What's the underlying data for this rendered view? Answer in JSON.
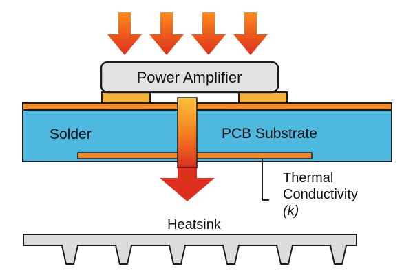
{
  "diagram": {
    "component_label": "Power Amplifier",
    "solder_label": "Solder",
    "substrate_label": "PCB Substrate",
    "thermal_label_line1": "Thermal",
    "thermal_label_line2": "Conductivity",
    "thermal_label_line3": "(k)",
    "heatsink_label": "Heatsink"
  },
  "colors": {
    "heat_arrow_top": "#ff8a1c",
    "heat_arrow_bottom": "#dc2f1e",
    "substrate_fill": "#4fb8df",
    "copper_layer": "#ef8a2a",
    "solder_pad": "#f2b23c",
    "component_fill": "#e3e3e3",
    "heatsink_fill": "#dcdcdc",
    "outline": "#1c1c1c"
  },
  "icons": {
    "incoming_heat": "down-arrow-icon",
    "heat_flow": "down-arrow-icon"
  }
}
